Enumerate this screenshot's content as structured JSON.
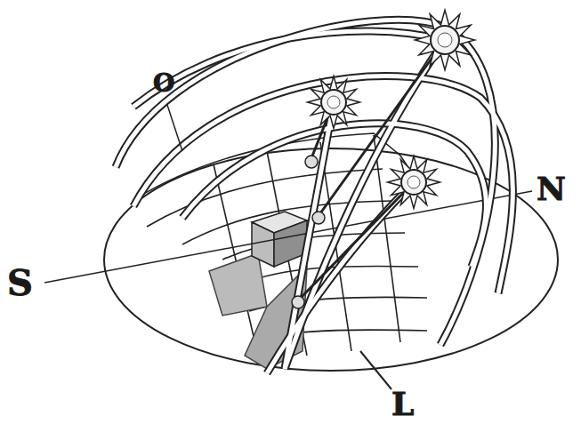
{
  "diagram": {
    "labels": [
      "O",
      "N",
      "S",
      "L"
    ]
  }
}
